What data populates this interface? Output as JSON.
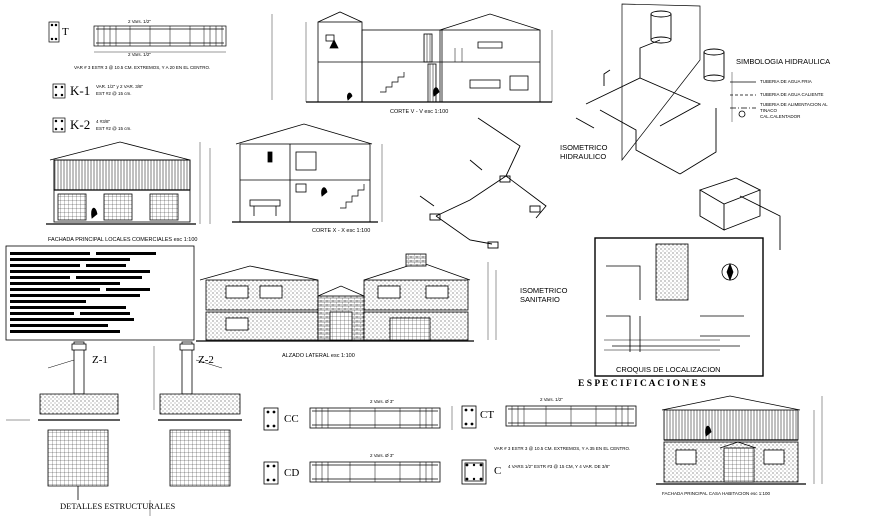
{
  "drawing": {
    "labels": {
      "t_tag": "T",
      "k1_tag": "K-1",
      "k2_tag": "K-2",
      "corte_vv": "CORTE V - V  esc 1:100",
      "corte_xx": "CORTE X - X  esc 1:100",
      "fachada_locales": "FACHADA PRINCIPAL LOCALES COMERCIALES esc 1:100",
      "isometrico_hidraulico_1": "ISOMETRICO",
      "isometrico_hidraulico_2": "HIDRAULICO",
      "isometrico_sanitario_1": "ISOMETRICO",
      "isometrico_sanitario_2": "SANITARIO",
      "simbologia": "SIMBOLOGIA HIDRAULICA",
      "sim_fria": "TUBERIA DE AGUA FRIA",
      "sim_caliente": "TUBERIA DE AGUA CALIENTE",
      "sim_tinaco_1": "TUBERIA DE ALIMENTACION AL",
      "sim_tinaco_2": "TINACO",
      "sim_calentador": "CAL.CALENTADOR",
      "croquis": "CROQUIS  DE  LOCALIZACION",
      "alzado": "ALZADO LATERAL esc 1:100",
      "especificaciones": "E S P E C I F I C A C I O N E S",
      "z1": "Z-1",
      "z2": "Z-2",
      "detalles": "DETALLES ESTRUCTURALES",
      "cc": "CC",
      "ct": "CT",
      "cd": "CD",
      "c": "C",
      "fachada_casa": "FACHADA PRINCIPAL CASA HABITACION esc 1:100"
    },
    "notes": {
      "beam_top": "2 Vars. 1/2\"",
      "beam_bottom": "2 Vars. 1/2\"",
      "t_estribos": "VAR # 3 ESTR 3 @ 10.5 CM. EXTREMOS, Y A 20 EN EL CENTRO.",
      "k1_vars": "VAR. 1/2\" y 2 VAR. 3/8\"",
      "k1_estr": "EST #2 @ 15 cm.",
      "k2_vars": "4 #3/8\"",
      "k2_estr": "EST #2 @ 15 cm.",
      "cc_top": "2 Vars. Ø 3\"",
      "cd_top": "2 Vars. Ø 3\"",
      "ct_top": "2 Vars. 1/2\"",
      "ct_estr": "VAR # 3 ESTR 3 @ 10.5 CM. EXTREMOS, Y A 35 EN EL CENTRO.",
      "c_estr": "4 VARS 1/2\" ESTR #3 @ 15 CM, Y 4 VAR. DE 3/8\""
    },
    "colors": {
      "line": "#000000",
      "paper": "#ffffff",
      "hatch": "#2a2a2a"
    }
  }
}
